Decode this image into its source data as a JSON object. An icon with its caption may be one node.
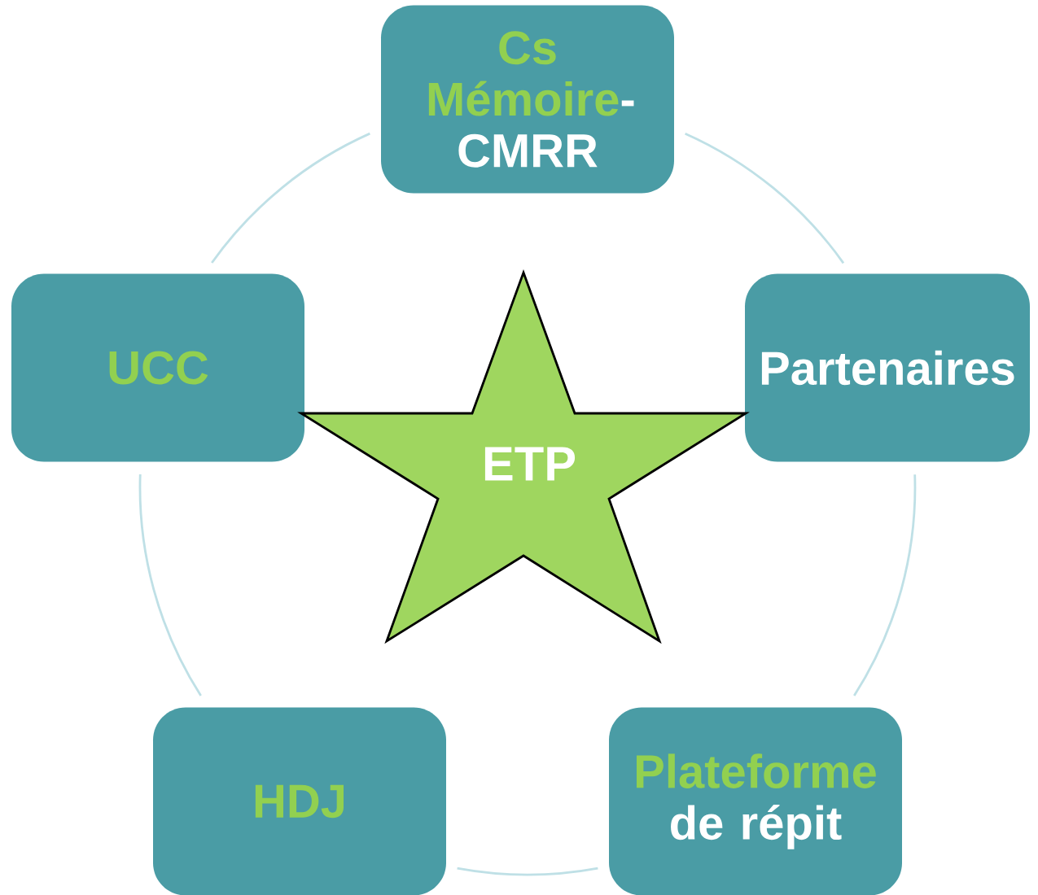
{
  "diagram": {
    "nodes": [
      {
        "text": [
          "Cs Mémoire",
          "-CMRR"
        ]
      },
      {
        "text": [
          "UCC"
        ]
      },
      {
        "text": [
          "Partenaires"
        ]
      },
      {
        "text": [
          "ETP"
        ]
      },
      {
        "text": [
          "HDJ"
        ]
      },
      {
        "text": [
          "Plateforme",
          "de répit"
        ]
      }
    ],
    "edges": [
      {
        "from": 0,
        "to": 2,
        "arrow": "none"
      },
      {
        "from": 2,
        "to": 5,
        "arrow": "none"
      },
      {
        "from": 5,
        "to": 4,
        "arrow": "none"
      },
      {
        "from": 4,
        "to": 1,
        "arrow": "none"
      },
      {
        "from": 1,
        "to": 0,
        "arrow": "none"
      }
    ]
  }
}
